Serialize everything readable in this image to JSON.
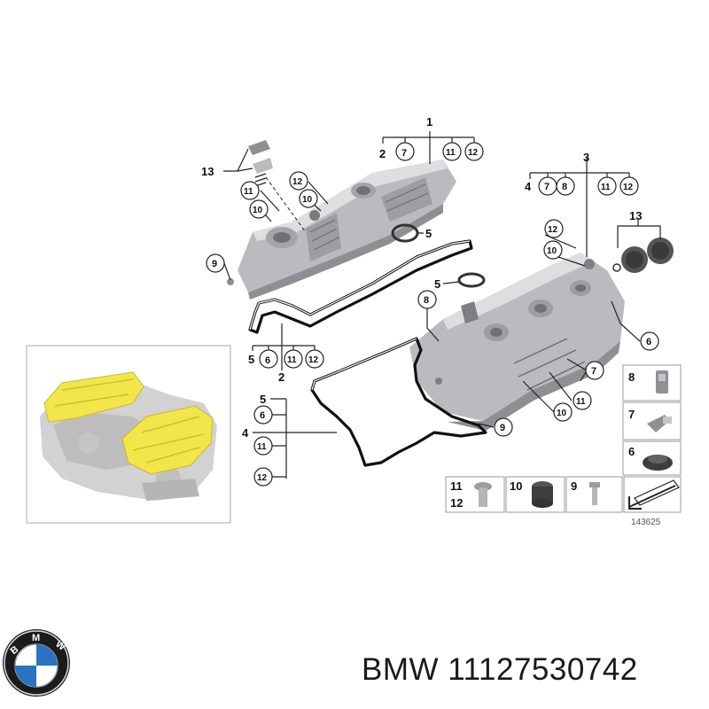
{
  "diagram": {
    "catalog_number": "143625",
    "callouts": {
      "c1": "1",
      "c2": "2",
      "c3": "3",
      "c4": "4",
      "c5": "5",
      "c6": "6",
      "c7": "7",
      "c8": "8",
      "c9": "9",
      "c10": "10",
      "c11": "11",
      "c12": "12",
      "c13": "13"
    }
  },
  "footer": {
    "brand": "BMW",
    "part_number": "11127530742"
  },
  "colors": {
    "highlight": "#f2e64a",
    "engine_gray": "#c9c9c9",
    "logo_blue": "#2a72c3",
    "logo_black": "#1b1b1b"
  }
}
